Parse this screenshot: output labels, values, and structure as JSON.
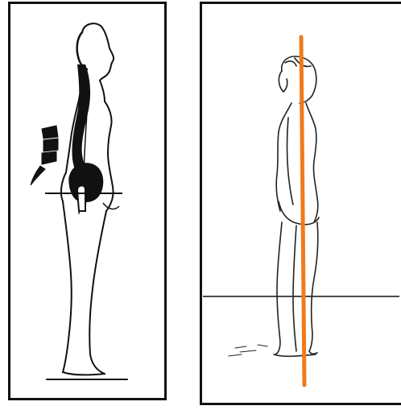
{
  "figures": [
    {
      "name": "spine-posture-illustration",
      "depicts": "side-view-figure-with-spine-and-pelvis"
    },
    {
      "name": "plumb-line-posture-illustration",
      "depicts": "side-view-standing-figure-with-vertical-line"
    }
  ],
  "colors": {
    "ink": "#111111",
    "plumb_line": "#f07a1c",
    "background": "#ffffff"
  }
}
